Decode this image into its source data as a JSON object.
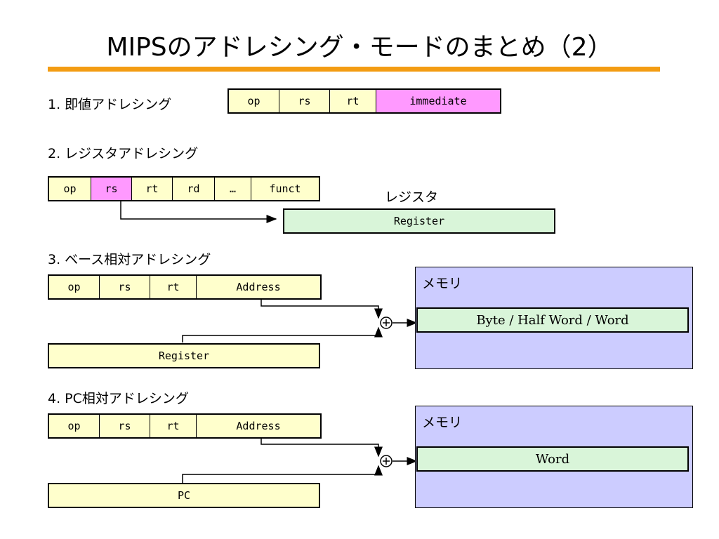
{
  "title": "MIPSのアドレシング・モードのまとめ（2）",
  "colors": {
    "accent": "#f39c12",
    "highlight": "#ff99ff",
    "field_bg": "#ffffcc",
    "register_bg": "#d9f5d9",
    "memory_bg": "#ccccff"
  },
  "immediate": {
    "heading": "1. 即値アドレシング",
    "fields": [
      "op",
      "rs",
      "rt",
      "immediate"
    ]
  },
  "register": {
    "heading": "2. レジスタアドレシング",
    "fields": [
      "op",
      "rs",
      "rt",
      "rd",
      "…",
      "funct"
    ],
    "register_caption": "レジスタ",
    "register_box": "Register"
  },
  "base": {
    "heading": "3. ベース相対アドレシング",
    "fields": [
      "op",
      "rs",
      "rt",
      "Address"
    ],
    "register_box": "Register",
    "adder_symbol": "+",
    "memory_label": "メモリ",
    "memory_word": "Byte / Half Word / Word"
  },
  "pc": {
    "heading": "4. PC相対アドレシング",
    "fields": [
      "op",
      "rs",
      "rt",
      "Address"
    ],
    "register_box": "PC",
    "adder_symbol": "+",
    "memory_label": "メモリ",
    "memory_word": "Word"
  }
}
